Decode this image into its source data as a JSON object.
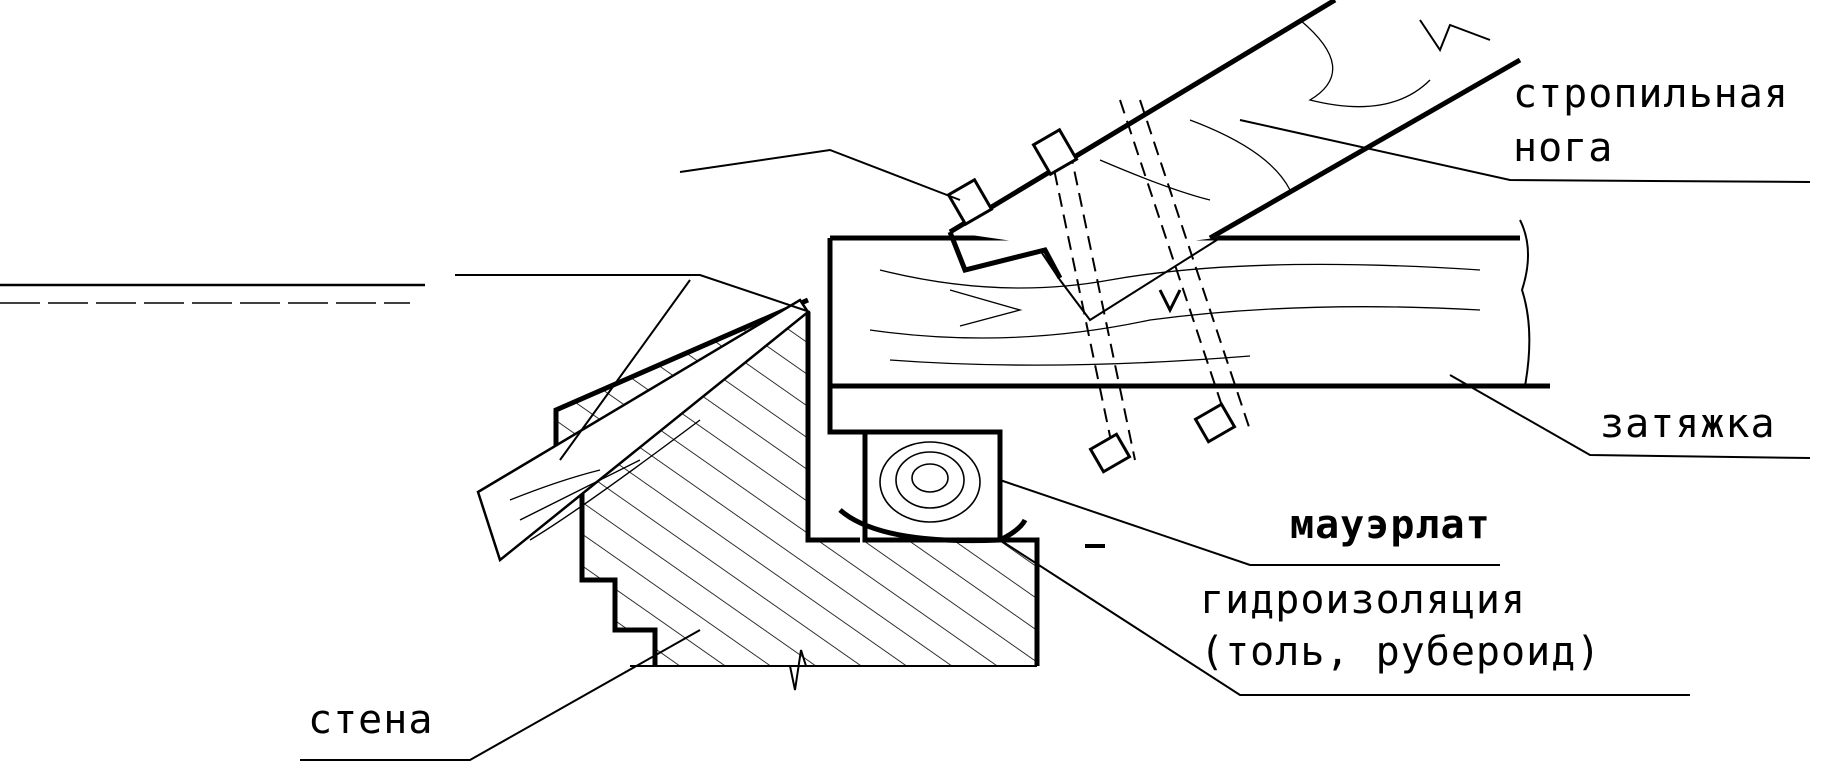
{
  "labels": {
    "rafter": [
      "стропильная",
      "нога"
    ],
    "tie_beam": "затяжка",
    "mauerlat": "мауэрлат",
    "waterproofing": [
      "гидроизоляция",
      "(толь, рубероид)"
    ],
    "wall": "стена"
  },
  "colors": {
    "ink": "#000000",
    "paper": "#ffffff"
  }
}
